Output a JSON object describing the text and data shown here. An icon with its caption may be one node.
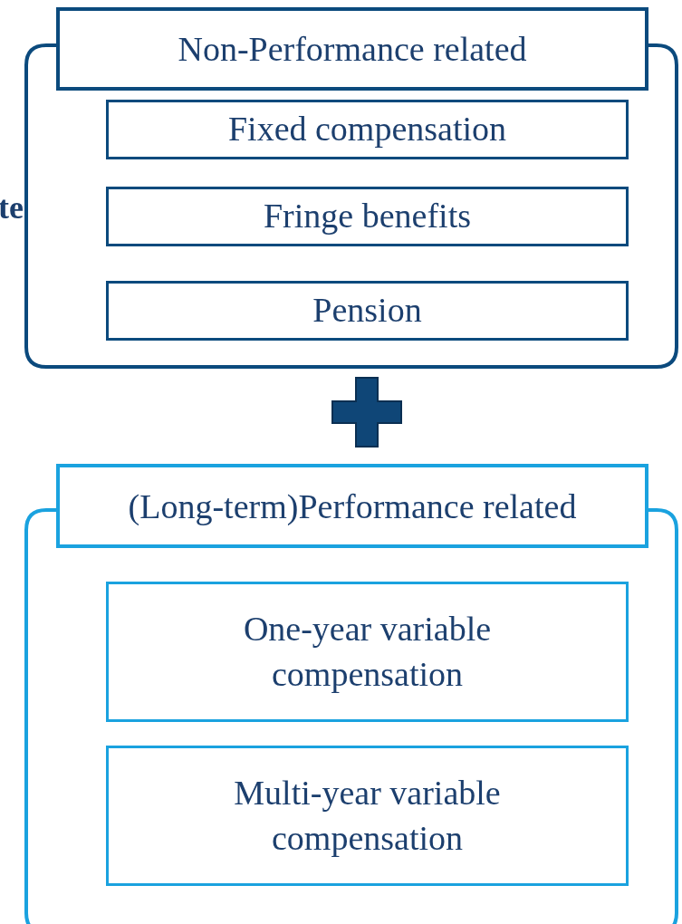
{
  "diagram": {
    "nodes": [
      {
        "text": [
          "Non-Performance related"
        ]
      },
      {
        "text": [
          "Fixed compensation"
        ],
        "in": 0
      },
      {
        "text": [
          "Fringe benefits"
        ],
        "in": 0
      },
      {
        "text": [
          "Pension"
        ],
        "in": 0
      },
      {
        "text": [
          "(Long-term)Performance related"
        ]
      },
      {
        "text": [
          "One-year variable compensation"
        ],
        "in": 4
      },
      {
        "text": [
          "Multi-year variable compensation"
        ],
        "in": 4
      }
    ],
    "edges": [],
    "labels": [
      "te"
    ]
  }
}
